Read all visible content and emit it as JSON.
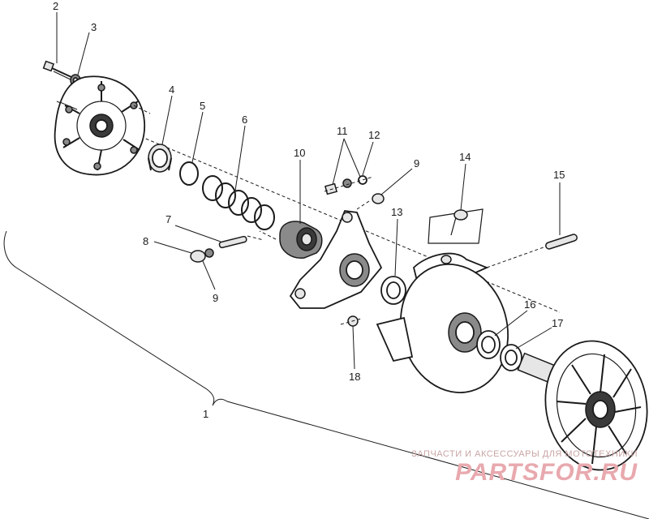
{
  "callouts": {
    "c1": "1",
    "c2": "2",
    "c3": "3",
    "c4": "4",
    "c5": "5",
    "c6": "6",
    "c7": "7",
    "c8": "8",
    "c9a": "9",
    "c9b": "9",
    "c10": "10",
    "c11": "11",
    "c12": "12",
    "c13": "13",
    "c14": "14",
    "c15": "15",
    "c16": "16",
    "c17": "17",
    "c18": "18"
  },
  "watermark": {
    "caption": "ЗАПЧАСТИ И АКСЕССУАРЫ ДЛЯ МОТОТЕХНИКИ",
    "logo": "PARTSFOR.RU"
  },
  "colors": {
    "line": "#1a1a1a",
    "watermark": "#e8a9ae"
  }
}
